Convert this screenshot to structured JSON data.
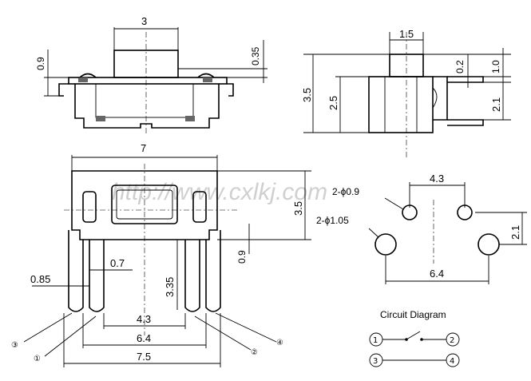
{
  "watermark": "http://www.cxlkj.com",
  "top_view": {
    "width_label": "3",
    "height_label": "0.35",
    "base_label": "0.9"
  },
  "side_view": {
    "top_label": "1.5",
    "h1_label": "3.5",
    "h2_label": "2.5",
    "r1_label": "0.2",
    "r2_label": "1.0",
    "r3_label": "2.1"
  },
  "front_view": {
    "width_label": "7",
    "height_label": "3.5",
    "offset_label": "0.9",
    "pin_label_a": "0.85",
    "pin_label_b": "0.7",
    "pin_len_label": "3.35",
    "span1_label": "4.3",
    "span2_label": "6.4",
    "span3_label": "7.5"
  },
  "pin_numbers": [
    "③",
    "①",
    "②",
    "④"
  ],
  "footprint": {
    "spacing_top": "4.3",
    "hole_small": "2-ϕ0.9",
    "hole_large": "2-ϕ1.05",
    "spacing_v": "2.1",
    "spacing_bottom": "6.4"
  },
  "circuit": {
    "title": "Circuit Diagram",
    "nodes": [
      "1",
      "2",
      "3",
      "4"
    ]
  }
}
